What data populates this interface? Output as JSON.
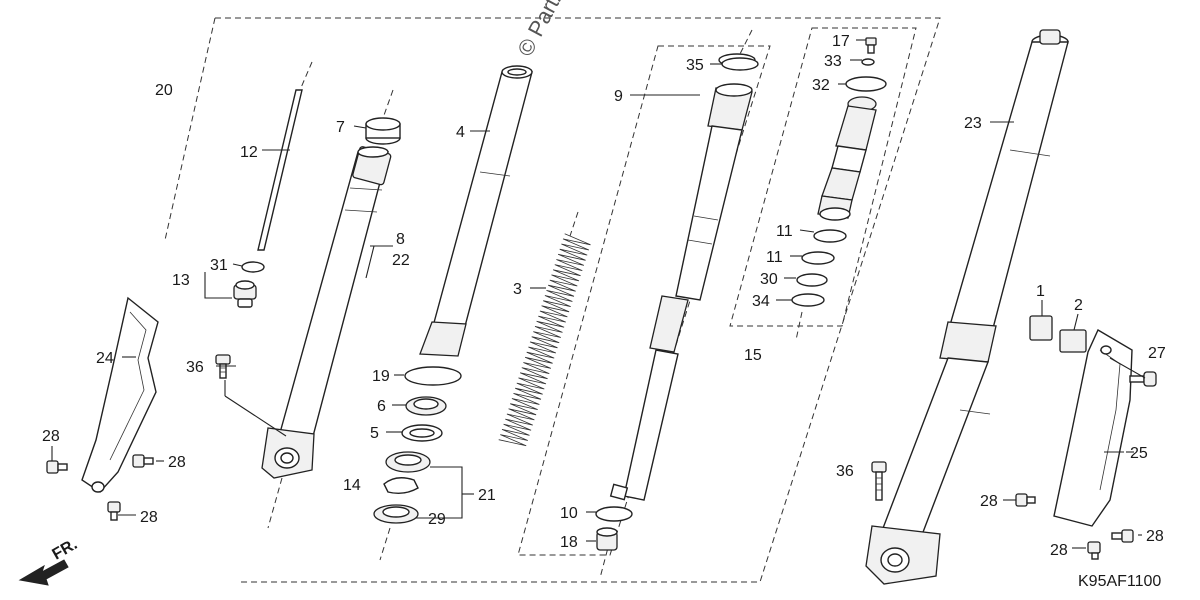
{
  "watermark": "© Partzilla",
  "diagram_code": "K95AF1100",
  "front_arrow": "FR.",
  "callouts": {
    "n1": "1",
    "n2": "2",
    "n3": "3",
    "n4": "4",
    "n5": "5",
    "n6": "6",
    "n7": "7",
    "n8": "8",
    "n9": "9",
    "n10": "10",
    "n11a": "11",
    "n11b": "11",
    "n12": "12",
    "n13": "13",
    "n14": "14",
    "n15": "15",
    "n17": "17",
    "n18": "18",
    "n19": "19",
    "n20": "20",
    "n21": "21",
    "n22": "22",
    "n23": "23",
    "n24": "24",
    "n25": "25",
    "n27": "27",
    "n28a": "28",
    "n28b": "28",
    "n28c": "28",
    "n28d": "28",
    "n28e": "28",
    "n28f": "28",
    "n29": "29",
    "n30": "30",
    "n31": "31",
    "n32": "32",
    "n33": "33",
    "n34": "34",
    "n35": "35",
    "n36a": "36",
    "n36b": "36"
  }
}
